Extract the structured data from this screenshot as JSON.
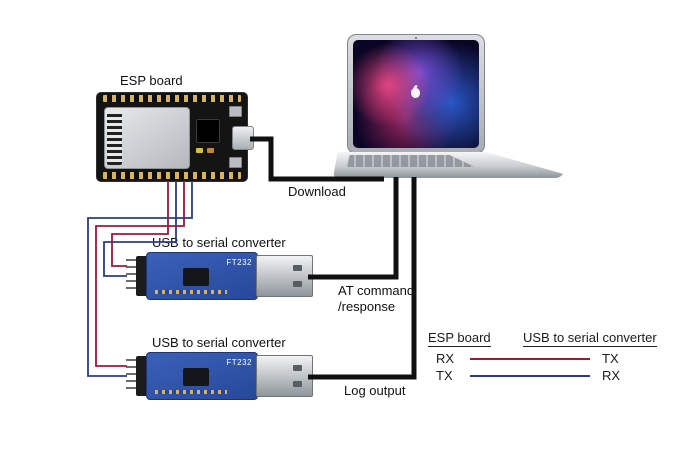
{
  "labels": {
    "esp_board": "ESP board",
    "download": "Download",
    "at_command_line1": "AT command",
    "at_command_line2": "/response",
    "log_output": "Log output"
  },
  "converters": [
    {
      "label": "USB to serial converter",
      "chip": "FT232"
    },
    {
      "label": "USB to serial converter",
      "chip": "FT232"
    }
  ],
  "legend": {
    "columns": [
      "ESP board",
      "USB to serial converter"
    ],
    "rows": [
      {
        "esp_pin": "RX",
        "converter_pin": "TX",
        "color": "#a21636"
      },
      {
        "esp_pin": "TX",
        "converter_pin": "RX",
        "color": "#2c3a8c"
      }
    ]
  },
  "colors": {
    "cable_black": "#101010",
    "wire_rx_tx": "#a21636",
    "wire_tx_rx": "#2c3a8c",
    "converter_pcb": "#2f55a8",
    "esp_pcb": "#141414"
  }
}
